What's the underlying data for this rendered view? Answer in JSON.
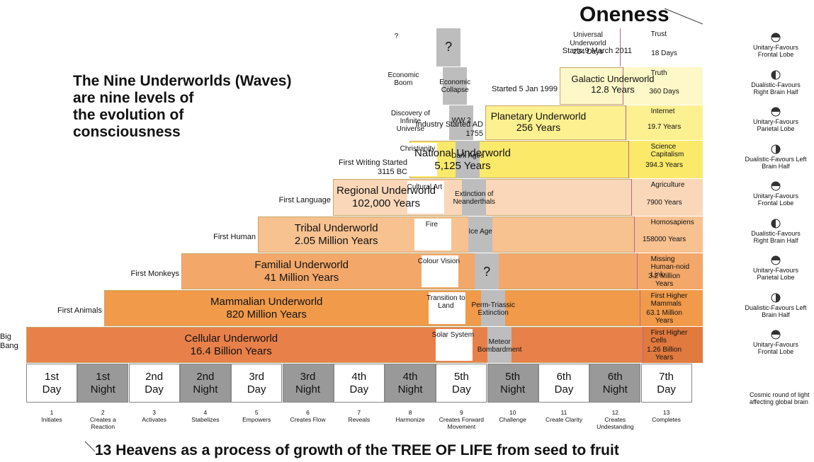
{
  "title_lines": [
    "The Nine Underworlds (Waves)",
    "are nine levels of",
    "the evolution of",
    "consciousness"
  ],
  "top_label": "Oneness",
  "bottom_caption": "13 Heavens as a process of growth of the TREE OF LIFE from seed to fruit",
  "underworlds": [
    {
      "name": "Cellular Underworld",
      "duration": "16.4 Billion Years",
      "start": "Big Bang",
      "color": "#e8804a",
      "event": "Solar System",
      "milestone": "Meteor Bombardment",
      "day7": "First Higher Cells",
      "span": "1.26 Billion Years"
    },
    {
      "name": "Mammalian Underworld",
      "duration": "820 Million Years",
      "start": "First Animals",
      "color": "#f09a4a",
      "event": "Transition to Land",
      "milestone": "Perm-Triassic Extinction",
      "day7": "First Higher Mammals",
      "span": "63.1 Million Years"
    },
    {
      "name": "Familial Underworld",
      "duration": "41 Million Years",
      "start": "First Monkeys",
      "color": "#f3a86a",
      "event": "Colour Vision",
      "milestone": "?",
      "day7": "Missing Human-noid Link",
      "span": "3.2 Million Years"
    },
    {
      "name": "Tribal Underworld",
      "duration": "2.05 Million Years",
      "start": "First Human",
      "color": "#f7c190",
      "event": "Fire",
      "milestone": "Ice Age",
      "day7": "Homosapiens",
      "span": "158000 Years"
    },
    {
      "name": "Regional Underworld",
      "duration": "102,000 Years",
      "start": "First Language",
      "color": "#fad7b8",
      "event": "Cultural Art",
      "milestone": "Extinction of Neanderthals",
      "day7": "Agriculture",
      "span": "7900 Years"
    },
    {
      "name": "National Underworld",
      "duration": "5,125 Years",
      "start": "First Writing Started 3115 BC",
      "color": "#fbe96a",
      "event": "Christianity",
      "milestone": "Dark Ages",
      "day7": "Science Capitalism",
      "span": "394.3 Years"
    },
    {
      "name": "Planetary Underworld",
      "duration": "256  Years",
      "start": "Industry Started AD 1755",
      "color": "#fdf090",
      "event": "Discovery of Infinite Universe",
      "milestone": "WW 2",
      "day7": "Internet",
      "span": "19.7 Years"
    },
    {
      "name": "Galactic Underworld",
      "duration": "12.8 Years",
      "start": "Started 5 Jan 1999",
      "color": "#fef7c8",
      "event": "Economic Boom",
      "milestone": "Economic Collapse",
      "day7": "Truth",
      "span": "360 Days"
    },
    {
      "name": "Universal Underworld",
      "duration": "234 Days",
      "start": "Starts 9 March 2011",
      "color": "#ffffff",
      "event": "?",
      "milestone": "?",
      "day7": "Trust",
      "span": "18 Days"
    }
  ],
  "days": [
    {
      "label": "1st",
      "sub": "Day",
      "type": "day"
    },
    {
      "label": "1st",
      "sub": "Night",
      "type": "night"
    },
    {
      "label": "2nd",
      "sub": "Day",
      "type": "day"
    },
    {
      "label": "2nd",
      "sub": "Night",
      "type": "night"
    },
    {
      "label": "3rd",
      "sub": "Day",
      "type": "day"
    },
    {
      "label": "3rd",
      "sub": "Night",
      "type": "night"
    },
    {
      "label": "4th",
      "sub": "Day",
      "type": "day"
    },
    {
      "label": "4th",
      "sub": "Night",
      "type": "night"
    },
    {
      "label": "5th",
      "sub": "Day",
      "type": "day"
    },
    {
      "label": "5th",
      "sub": "Night",
      "type": "night"
    },
    {
      "label": "6th",
      "sub": "Day",
      "type": "day"
    },
    {
      "label": "6th",
      "sub": "Night",
      "type": "night"
    },
    {
      "label": "7th",
      "sub": "Day",
      "type": "day"
    }
  ],
  "heavens": [
    {
      "n": "1",
      "verb": "Initiates"
    },
    {
      "n": "2",
      "verb": "Creates a Reaction"
    },
    {
      "n": "3",
      "verb": "Activates"
    },
    {
      "n": "4",
      "verb": "Stabelizes"
    },
    {
      "n": "5",
      "verb": "Empowers"
    },
    {
      "n": "6",
      "verb": "Creates Flow"
    },
    {
      "n": "7",
      "verb": "Reveals"
    },
    {
      "n": "8",
      "verb": "Harmonize"
    },
    {
      "n": "9",
      "verb": "Creates Forward Movement"
    },
    {
      "n": "10",
      "verb": "Challenge"
    },
    {
      "n": "11",
      "verb": "Create Clarity"
    },
    {
      "n": "12",
      "verb": "Creates Undestanding"
    },
    {
      "n": "13",
      "verb": "Completes"
    }
  ],
  "legend": [
    {
      "label": "Unitary-Favours Trust Frontal Lobe",
      "icon": "half-horizontal"
    },
    {
      "label": "Dualistic-Favours Right Brain Half",
      "icon": "half-left"
    },
    {
      "label": "Unitary-Favours Parietal Lobe",
      "icon": "half-horizontal"
    },
    {
      "label": "Dualistic-Favours Left Brain Half",
      "icon": "half-right"
    },
    {
      "label": "Unitary-Favours Frontal Lobe",
      "icon": "half-horizontal"
    },
    {
      "label": "Dualistic-Favours Right Brain Half",
      "icon": "half-left"
    },
    {
      "label": "Unitary-Favours Parietal Lobe",
      "icon": "half-horizontal"
    },
    {
      "label": "Dualistic-Favours Left Brain Half",
      "icon": "half-right"
    },
    {
      "label": "Unitary-Favours Frontal Lobe",
      "icon": "half-horizontal"
    }
  ],
  "legend_footer": "Cosmic round of light affecting global brain"
}
